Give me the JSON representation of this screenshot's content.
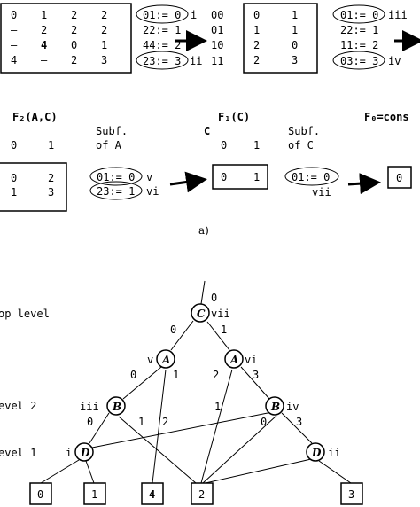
{
  "part_a": {
    "table1": {
      "rows": [
        [
          "0",
          "1",
          "2",
          "2"
        ],
        [
          "–",
          "2",
          "2",
          "2"
        ],
        [
          "–",
          "4",
          "0",
          "1"
        ],
        [
          "4",
          "–",
          "2",
          "3"
        ]
      ]
    },
    "subf1": {
      "entries": [
        "01:= 0",
        "22:= 1",
        "44:= 2",
        "23:= 3"
      ],
      "codes": [
        "00",
        "01",
        "10",
        "11"
      ],
      "mark_top": "i",
      "mark_bottom": "ii"
    },
    "table2": {
      "rows": [
        [
          "0",
          "1"
        ],
        [
          "1",
          "1"
        ],
        [
          "2",
          "0"
        ],
        [
          "2",
          "3"
        ]
      ]
    },
    "subf2": {
      "entries": [
        "01:= 0",
        "22:= 1",
        "11:= 2",
        "03:= 3"
      ],
      "mark_top": "iii",
      "mark_bottom": "iv"
    },
    "f2": {
      "title": "F₂(A,C)",
      "cols": [
        "0",
        "1"
      ],
      "rows": [
        [
          "0",
          "2"
        ],
        [
          "1",
          "3"
        ]
      ]
    },
    "subfA": {
      "title1": "Subf.",
      "title2": "of A",
      "entries": [
        "01:= 0",
        "23:= 1"
      ],
      "marks": [
        "v",
        "vi"
      ]
    },
    "f1": {
      "title": "F₁(C)",
      "sub": "C",
      "cols": [
        "0",
        "1"
      ],
      "row": [
        "0",
        "1"
      ]
    },
    "subfC": {
      "title1": "Subf.",
      "title2": "of C",
      "entry": "01:= 0",
      "mark": "vii"
    },
    "f0": {
      "title": "F₀=cons",
      "value": "0"
    },
    "caption": "a)"
  },
  "part_b": {
    "levels": [
      "op level",
      "evel 2",
      "evel 1"
    ],
    "nodes": [
      {
        "id": "C",
        "mark": "vii"
      },
      {
        "id": "A",
        "mark": "v",
        "side": "left"
      },
      {
        "id": "A",
        "mark": "vi",
        "side": "right"
      },
      {
        "id": "B",
        "mark": "iii",
        "side": "left"
      },
      {
        "id": "B",
        "mark": "iv",
        "side": "right"
      },
      {
        "id": "D",
        "mark": "i",
        "side": "left"
      },
      {
        "id": "D",
        "mark": "ii",
        "side": "right"
      }
    ],
    "terminals": [
      "0",
      "1",
      "4",
      "2",
      "3"
    ],
    "edge_labels": {
      "root": "0",
      "c_left": "0",
      "c_right": "1",
      "a1_0": "0",
      "a1_1": "1",
      "a2_2": "2",
      "a2_3": "3",
      "b1_0": "0",
      "b1_1": "1",
      "b1_2": "2",
      "b2_1": "1",
      "b2_0": "0",
      "b2_3": "3"
    }
  }
}
